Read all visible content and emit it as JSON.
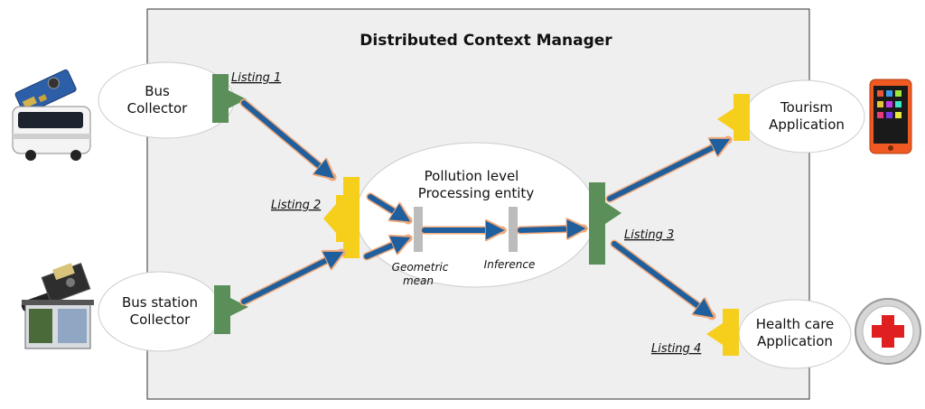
{
  "title": "Distributed Context Manager",
  "nodes": {
    "bus_collector": [
      "Bus",
      "Collector"
    ],
    "bus_station_collector": [
      "Bus station",
      "Collector"
    ],
    "processing_entity": [
      "Pollution level",
      "Processing entity"
    ],
    "tourism_app": [
      "Tourism",
      "Application"
    ],
    "health_app": [
      "Health care",
      "Application"
    ]
  },
  "listings": {
    "l1": "Listing 1",
    "l2": "Listing 2",
    "l3": "Listing 3",
    "l4": "Listing 4"
  },
  "steps": {
    "geometric": [
      "Geometric",
      "mean"
    ],
    "inference": "Inference"
  },
  "colors": {
    "panel": "#efefef",
    "arrow": "#1f5f9e",
    "arrow_outline": "#f0a87a",
    "green_port": "#5a8f5a",
    "yellow_port": "#f6cf1c",
    "step_bar": "#bcbcbc"
  },
  "icons": {
    "bus_sensor": "bus-with-sensor-icon",
    "station_sensor": "bus-station-with-sensor-icon",
    "phone": "smartphone-icon",
    "health": "red-cross-icon"
  }
}
